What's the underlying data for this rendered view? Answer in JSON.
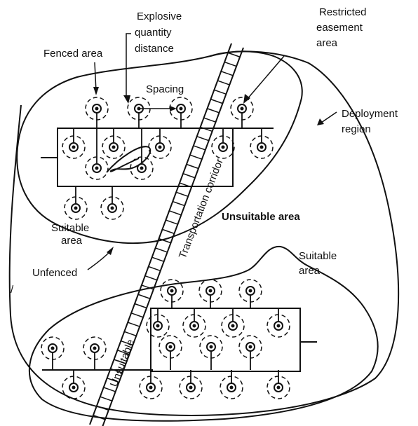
{
  "labels": {
    "explosive_qd_line1": "Explosive",
    "explosive_qd_line2": "quantity",
    "explosive_qd_line3": "distance",
    "restricted_line1": "Restricted",
    "restricted_line2": "easement",
    "restricted_line3": "area",
    "fenced_area": "Fenced area",
    "spacing": "Spacing",
    "deployment_line1": "Deployment",
    "deployment_line2": "region",
    "transportation_corridor": "Transportation corridor",
    "unsuitable_area": "Unsuitable area",
    "suitable_area_upper_line1": "Suitable",
    "suitable_area_upper_line2": "area",
    "unfenced": "Unfenced",
    "suitable_area_lower_line1": "Suitable",
    "suitable_area_lower_line2": "area",
    "unsuitable_strip": "Unsuitable",
    "edge_mark": "/"
  }
}
